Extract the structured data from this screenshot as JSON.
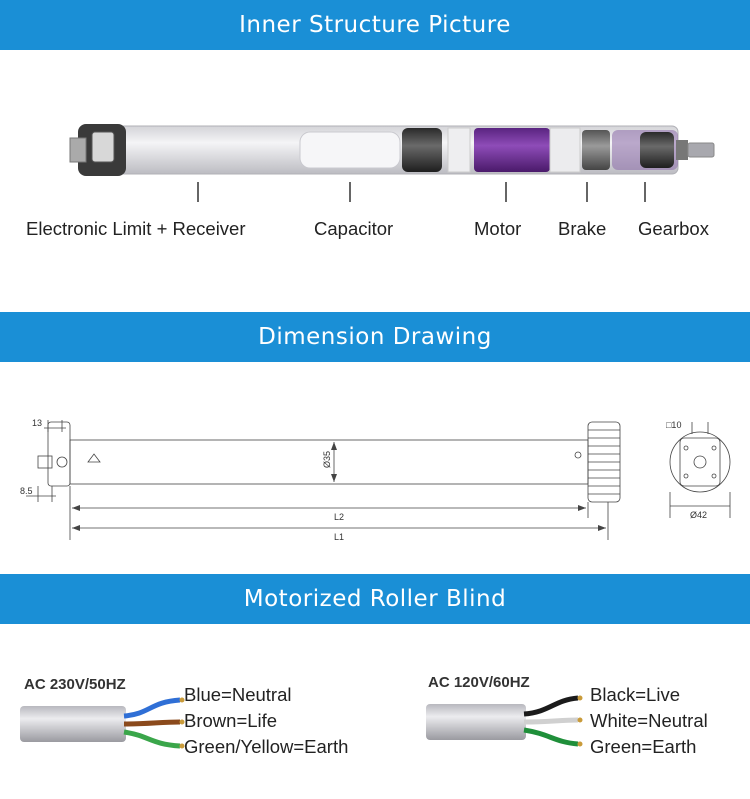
{
  "sections": {
    "inner": {
      "title": "Inner Structure Picture"
    },
    "dimension": {
      "title": "Dimension Drawing"
    },
    "wiring": {
      "title": "Motorized Roller Blind"
    }
  },
  "parts": [
    {
      "label": "Electronic Limit + Receiver"
    },
    {
      "label": "Capacitor"
    },
    {
      "label": "Motor"
    },
    {
      "label": "Brake"
    },
    {
      "label": "Gearbox"
    }
  ],
  "dimensions": {
    "d13": "13",
    "d8_5": "8.5",
    "d35": "Ø35",
    "l2": "L2",
    "l1": "L1",
    "sq10": "□10",
    "d42": "Ø42"
  },
  "wiring": {
    "left": {
      "voltage": "AC 230V/50HZ",
      "wires": [
        {
          "label": "Blue=Neutral",
          "color": "#2f6fd6"
        },
        {
          "label": "Brown=Life",
          "color": "#8b4a1c"
        },
        {
          "label": "Green/Yellow=Earth",
          "color": "#3aa64a"
        }
      ]
    },
    "right": {
      "voltage": "AC 120V/60HZ",
      "wires": [
        {
          "label": "Black=Live",
          "color": "#1b1b1b"
        },
        {
          "label": "White=Neutral",
          "color": "#e8e8e8"
        },
        {
          "label": "Green=Earth",
          "color": "#1f8f3a"
        }
      ]
    }
  },
  "colors": {
    "band": "#1a8fd6",
    "motor": "#7a3aa0"
  }
}
